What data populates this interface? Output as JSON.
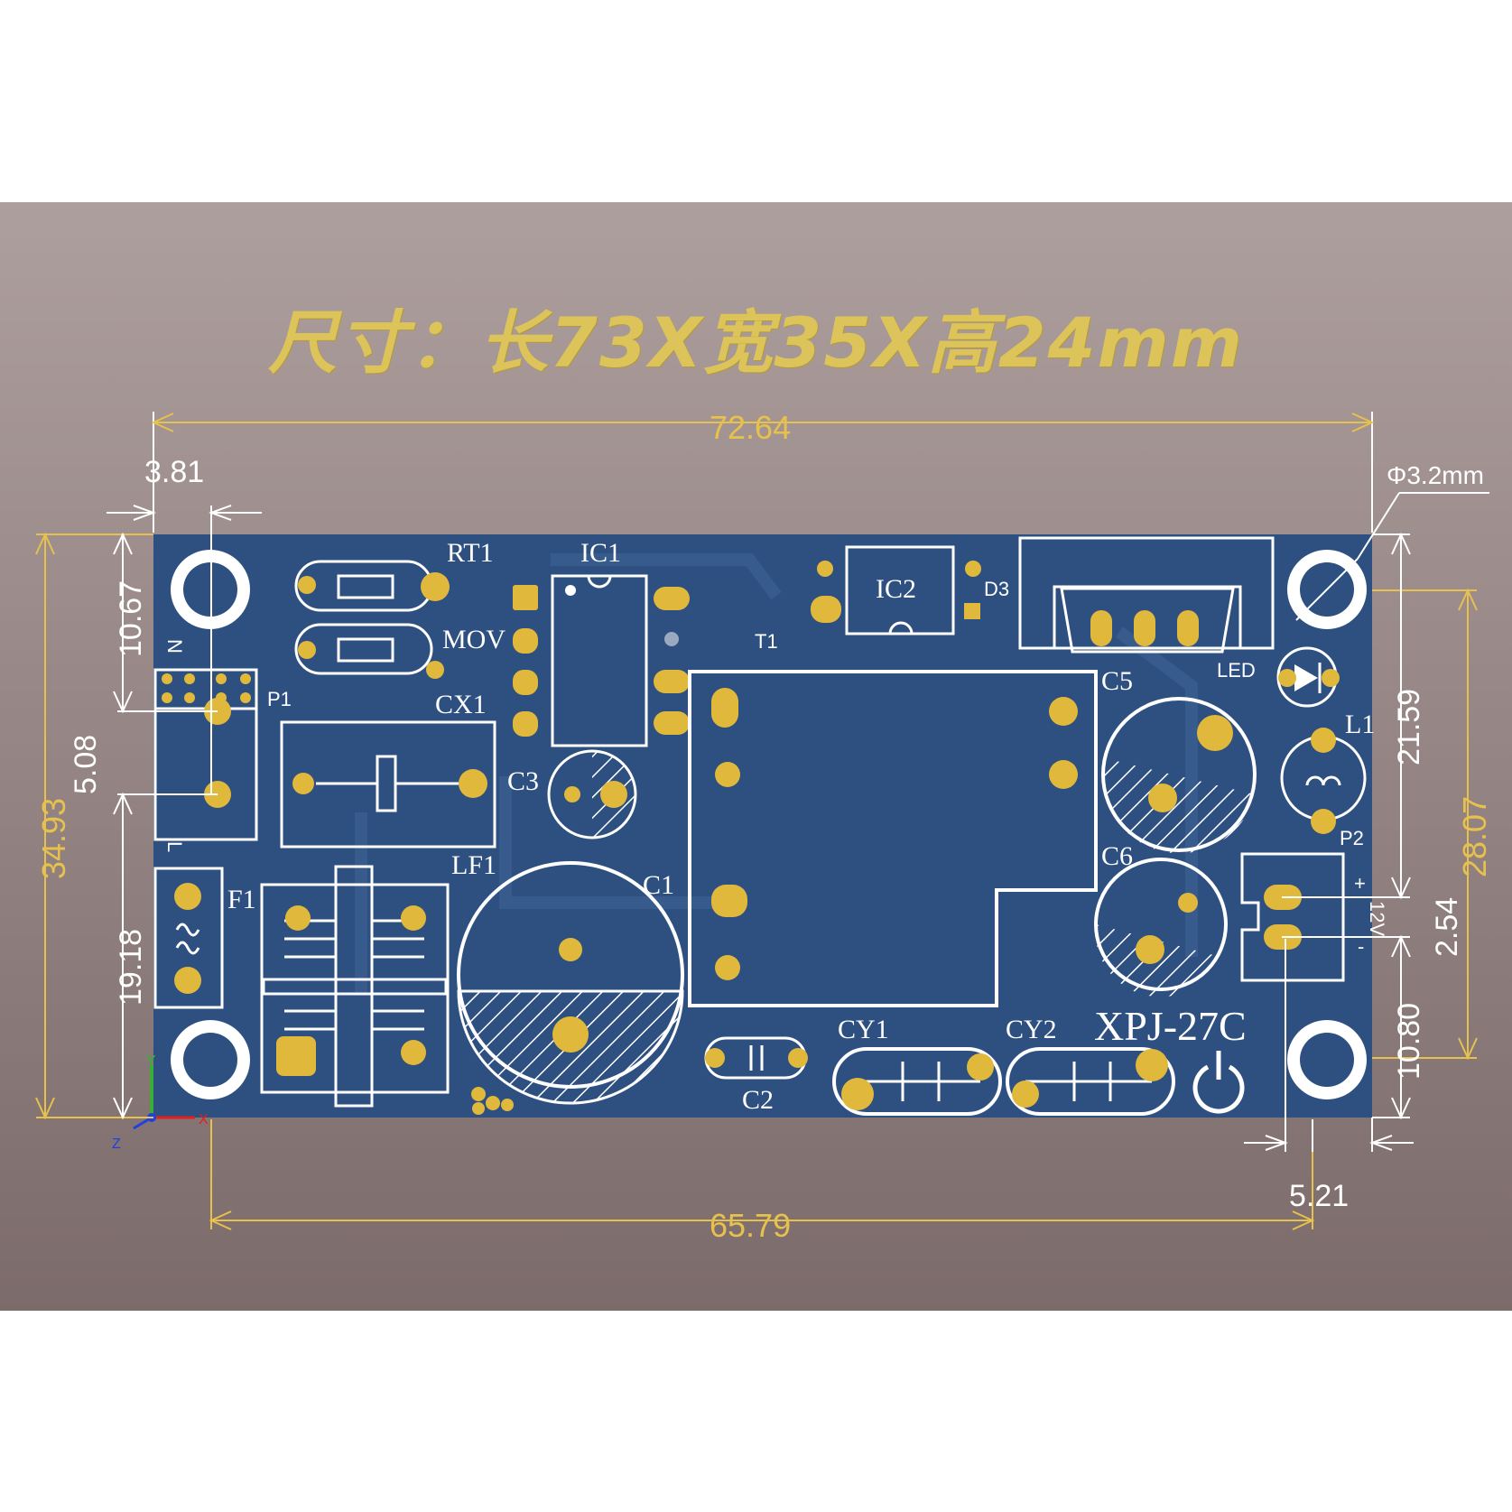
{
  "title": "尺寸：长73X宽35X高24mm",
  "dimensions": {
    "total_length": "72.64",
    "bottom_span": "65.79",
    "total_width": "34.93",
    "hole_offset_left": "3.81",
    "hole_offset_bottom_right": "5.21",
    "left_upper": "10.67",
    "left_terminal_pitch": "5.08",
    "left_lower": "19.18",
    "right_upper": "21.59",
    "right_span": "28.07",
    "right_output_pitch": "2.54",
    "right_lower": "10.80",
    "hole_diameter": "Φ3.2mm"
  },
  "components": {
    "n": "N",
    "l": "L",
    "p1": "P1",
    "f1": "F1",
    "rt1": "RT1",
    "mov": "MOV",
    "ic1": "IC1",
    "ic2": "IC2",
    "d3": "D3",
    "t1": "T1",
    "cx1": "CX1",
    "lf1": "LF1",
    "c1": "C1",
    "c2": "C2",
    "c3": "C3",
    "c5": "C5",
    "c6": "C6",
    "led": "LED",
    "l1": "L1",
    "p2": "P2",
    "cy1": "CY1",
    "cy2": "CY2",
    "model": "XPJ-27C",
    "v12": "12V",
    "plus": "+",
    "minus": "-"
  },
  "axes": {
    "x": "X",
    "y": "Y",
    "z": "Z"
  },
  "colors": {
    "board": "#2e5080",
    "silk": "#ffffff",
    "pad": "#e0b83c",
    "dimension": "#e6c14e",
    "title": "#dcc35a"
  }
}
